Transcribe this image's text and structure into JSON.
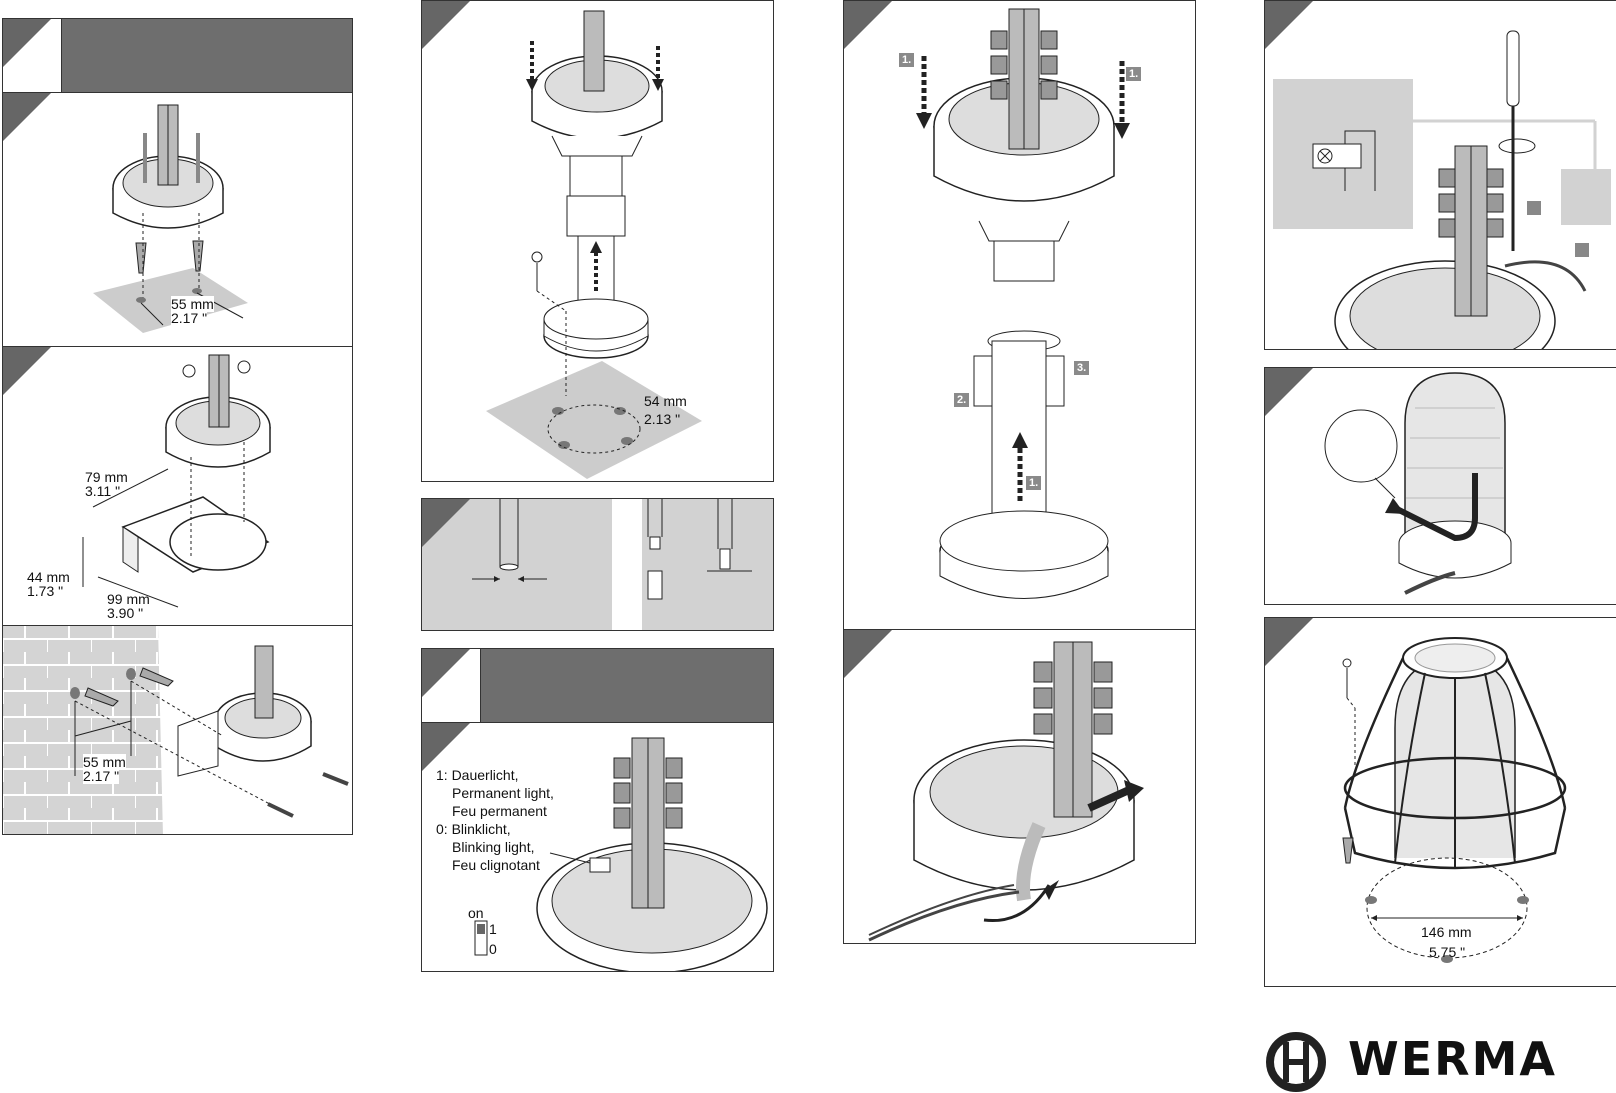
{
  "panel1": {
    "dim_spacing_mm": "55 mm",
    "dim_spacing_in": "2.17 \""
  },
  "panel2": {
    "dim_width_mm": "79 mm",
    "dim_width_in": "3.11 \"",
    "dim_height_mm": "44 mm",
    "dim_height_in": "1.73 \"",
    "dim_depth_mm": "99 mm",
    "dim_depth_in": "3.90 \""
  },
  "panel3": {
    "dim_spacing_mm": "55 mm",
    "dim_spacing_in": "2.17 \""
  },
  "panel4": {
    "dim_spacing_mm": "54 mm",
    "dim_spacing_in": "2.13 \""
  },
  "panel6": {
    "mode1": "1: Dauerlicht,",
    "mode1_en": "Permanent light,",
    "mode1_fr": "Feu permanent",
    "mode0": "0: Blinklicht,",
    "mode0_en": "Blinking light,",
    "mode0_fr": "Feu clignotant",
    "switch_on": "on",
    "switch_1": "1",
    "switch_0": "0"
  },
  "panel7": {
    "step1": "1.",
    "step2": "2.",
    "step3": "3."
  },
  "panel11": {
    "dim_diameter_mm": "146 mm",
    "dim_diameter_in": "5.75 \""
  },
  "brand": {
    "name": "WERMA"
  },
  "colors": {
    "panel_header": "#6e6e6e",
    "shading": "#cfcfcf",
    "accent_box": "#888888"
  }
}
